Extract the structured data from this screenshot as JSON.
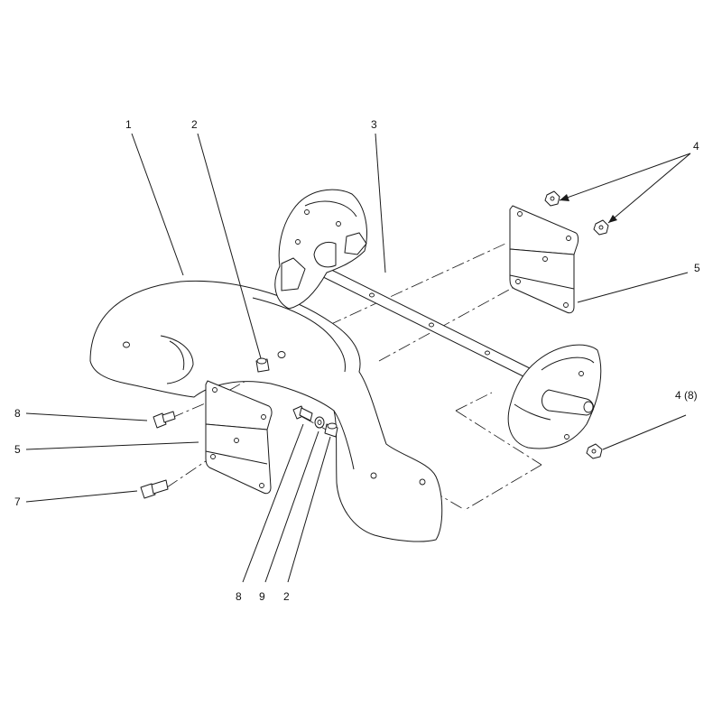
{
  "callouts": {
    "c1": "1",
    "c2_top": "2",
    "c3": "3",
    "c4_top": "4",
    "c5_right": "5",
    "c4_8": "4 (8)",
    "c8_left": "8",
    "c5_left": "5",
    "c7": "7",
    "c8_bottom": "8",
    "c9": "9",
    "c2_bottom": "2"
  }
}
